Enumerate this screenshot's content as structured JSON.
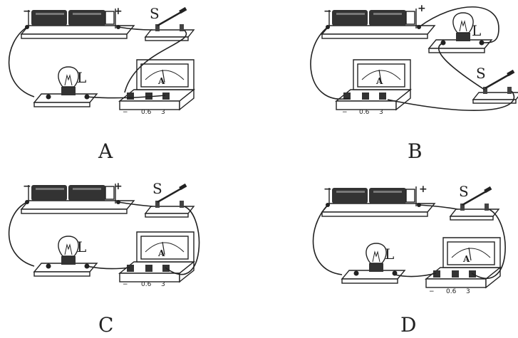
{
  "panels": [
    {
      "id": "A",
      "caption": "A",
      "lamp_label": "L",
      "switch_label": "S",
      "battery_neg": "−",
      "battery_pos": "+",
      "meter_letter": "A",
      "terminal_neg": "−",
      "terminal_mid": "0.6",
      "terminal_hi": "3"
    },
    {
      "id": "B",
      "caption": "B",
      "lamp_label": "L",
      "switch_label": "S",
      "battery_neg": "−",
      "battery_pos": "+",
      "meter_letter": "A",
      "terminal_neg": "−",
      "terminal_mid": "0.6",
      "terminal_hi": "3"
    },
    {
      "id": "C",
      "caption": "C",
      "lamp_label": "L",
      "switch_label": "S",
      "battery_neg": "−",
      "battery_pos": "+",
      "meter_letter": "A",
      "terminal_neg": "−",
      "terminal_mid": "0.6",
      "terminal_hi": "3"
    },
    {
      "id": "D",
      "caption": "D",
      "lamp_label": "L",
      "switch_label": "S",
      "battery_neg": "−",
      "battery_pos": "+",
      "meter_letter": "A",
      "terminal_neg": "−",
      "terminal_mid": "0.6",
      "terminal_hi": "3"
    }
  ]
}
